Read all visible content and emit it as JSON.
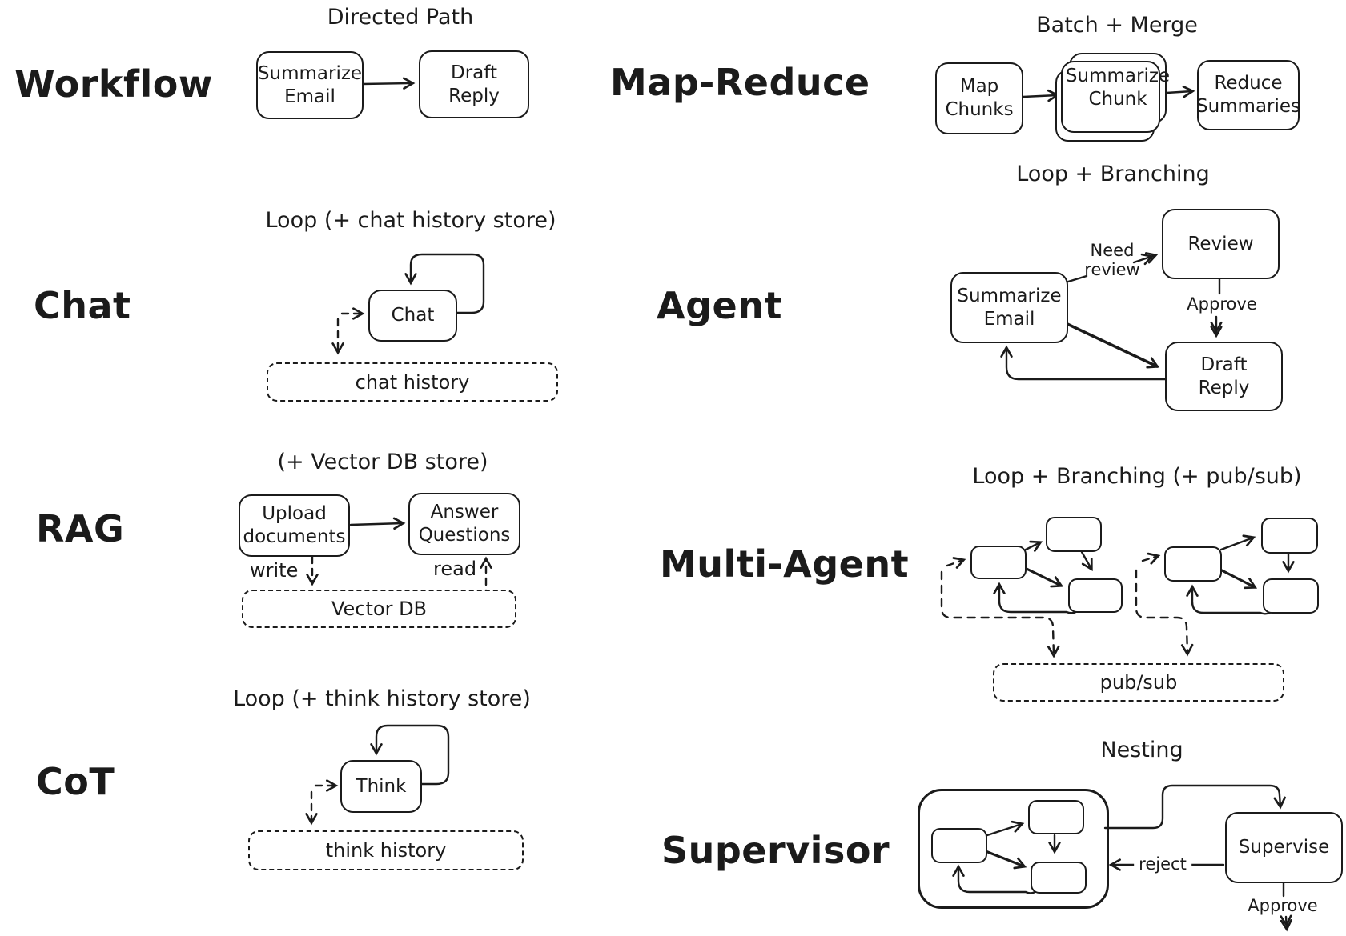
{
  "colors": {
    "ink": "#1b1b1b",
    "background": "#ffffff"
  },
  "workflow": {
    "label": "Workflow",
    "title": "Directed Path",
    "node_summarize_email": "Summarize\nEmail",
    "node_draft_reply": "Draft\nReply"
  },
  "map_reduce": {
    "label": "Map-Reduce",
    "title": "Batch + Merge",
    "node_map_chunks": "Map\nChunks",
    "node_summarize_chunk": "Summarize\nChunk",
    "node_reduce_summaries": "Reduce\nSummaries"
  },
  "chat": {
    "label": "Chat",
    "title": "Loop (+ chat history store)",
    "node_chat": "Chat",
    "store_chat_history": "chat history"
  },
  "agent": {
    "label": "Agent",
    "title": "Loop + Branching",
    "node_summarize_email": "Summarize\nEmail",
    "node_review": "Review",
    "node_draft_reply": "Draft\nReply",
    "edge_need_review": "Need\nreview",
    "edge_approve": "Approve"
  },
  "rag": {
    "label": "RAG",
    "title": "(+ Vector DB store)",
    "node_upload_documents": "Upload\ndocuments",
    "node_answer_questions": "Answer\nQuestions",
    "edge_write": "write",
    "edge_read": "read",
    "store_vector_db": "Vector DB"
  },
  "multi_agent": {
    "label": "Multi-Agent",
    "title": "Loop + Branching (+ pub/sub)",
    "store_pub_sub": "pub/sub"
  },
  "cot": {
    "label": "CoT",
    "title": "Loop (+ think history store)",
    "node_think": "Think",
    "store_think_history": "think history"
  },
  "supervisor": {
    "label": "Supervisor",
    "title": "Nesting",
    "node_supervise": "Supervise",
    "edge_reject": "reject",
    "edge_approve": "Approve"
  }
}
